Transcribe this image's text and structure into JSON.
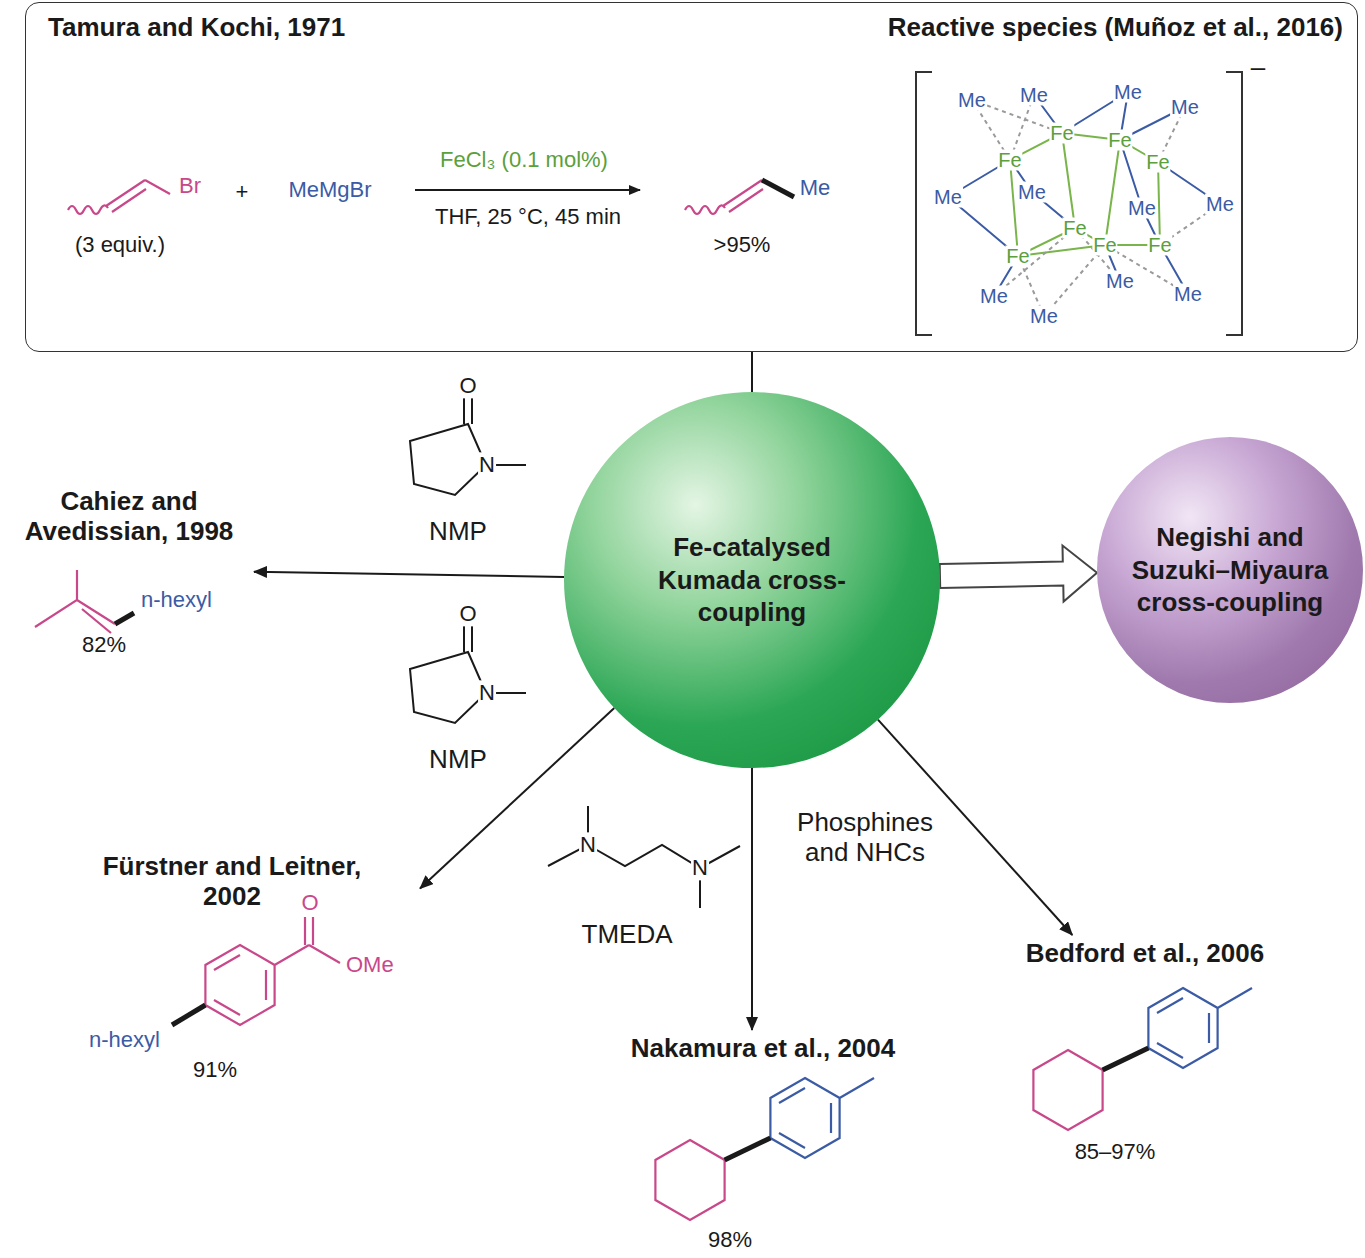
{
  "diagram": {
    "nodes": [
      {
        "text": [
          "Tamura and Kochi, 1971",
          "Reactive species (Muñoz et al., 2016)"
        ]
      },
      {
        "text": [
          "Fe-catalysed Kumada cross-coupling"
        ]
      },
      {
        "text": [
          "Negishi and Suzuki–Miyaura cross-coupling"
        ]
      },
      {
        "text": [
          "Cahiez and Avedissian, 1998",
          "n-hexyl",
          "82%"
        ]
      },
      {
        "text": [
          "Fürstner and Leitner, 2002",
          "O",
          "OMe",
          "n-hexyl",
          "91%"
        ]
      },
      {
        "text": [
          "Nakamura et al., 2004",
          "98%"
        ]
      },
      {
        "text": [
          "Bedford et al., 2006",
          "85–97%"
        ]
      }
    ],
    "edges": [
      {
        "from": 0,
        "to": 1,
        "arrow": "none"
      },
      {
        "from": 1,
        "to": 2,
        "arrow": "to"
      },
      {
        "from": 1,
        "to": 3,
        "label": "NMP",
        "arrow": "to"
      },
      {
        "from": 1,
        "to": 4,
        "label": "NMP",
        "arrow": "to"
      },
      {
        "from": 1,
        "to": 5,
        "label": "TMEDA",
        "arrow": "to"
      },
      {
        "from": 1,
        "to": 6,
        "label": "Phosphines and NHCs",
        "arrow": "to"
      }
    ],
    "labels": [
      "Br",
      "(3 equiv.)",
      "+",
      "MeMgBr",
      "FeCl₃ (0.1 mol%)",
      "THF, 25 °C, 45 min",
      "Me",
      ">95%",
      "Me",
      "Me",
      "Me",
      "Me",
      "Me",
      "Me",
      "Me",
      "Me",
      "Me",
      "Me",
      "Me",
      "Me",
      "Fe",
      "Fe",
      "Fe",
      "Fe",
      "Fe",
      "Fe",
      "Fe",
      "Fe",
      "–",
      "O",
      "N",
      "O",
      "N",
      "N",
      "N"
    ]
  }
}
